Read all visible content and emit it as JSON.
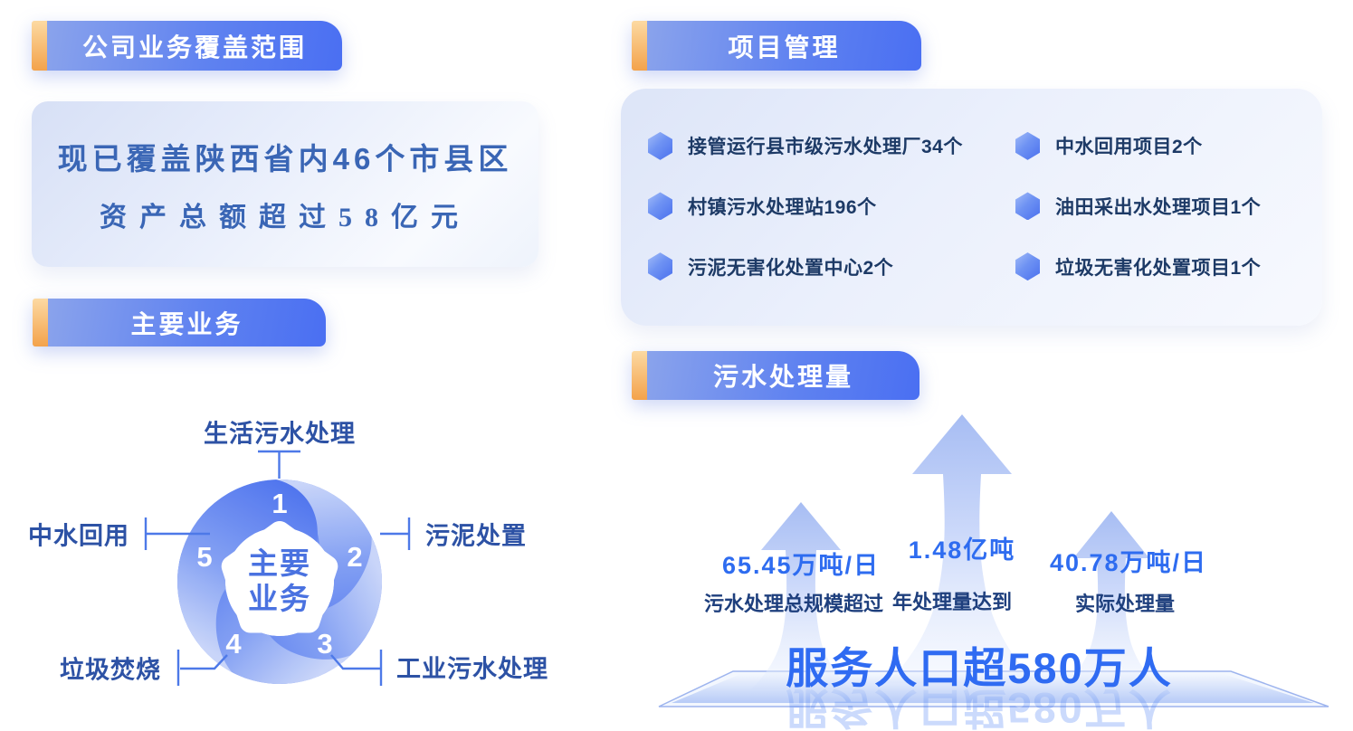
{
  "colors": {
    "badge_gradient_start": "#8aa3ec",
    "badge_gradient_end": "#4a6ff2",
    "accent_orange_start": "#fcd9a2",
    "accent_orange_end": "#f3a24b",
    "panel_text_blue": "#3a66b5",
    "item_text_navy": "#1d3a66",
    "diagram_label_blue": "#2d52a5",
    "connector_blue": "#4d79e8",
    "swirl_blue": "#4f74ec",
    "stat_value_blue": "#2e6cf0",
    "stat_label_navy": "#1e3f7d",
    "footer_blue": "#2f6bf2"
  },
  "sections": {
    "coverage": {
      "title": "公司业务覆盖范围",
      "line1": "现已覆盖陕西省内46个市县区",
      "line2": "资产总额超过58亿元"
    },
    "main_business": {
      "title": "主要业务",
      "center_line1": "主要",
      "center_line2": "业务",
      "items": [
        {
          "num": "1",
          "label": "生活污水处理"
        },
        {
          "num": "2",
          "label": "污泥处置"
        },
        {
          "num": "3",
          "label": "工业污水处理"
        },
        {
          "num": "4",
          "label": "垃圾焚烧"
        },
        {
          "num": "5",
          "label": "中水回用"
        }
      ]
    },
    "projects": {
      "title": "项目管理",
      "items": [
        "接管运行县市级污水处理厂34个",
        "中水回用项目2个",
        "村镇污水处理站196个",
        "油田采出水处理项目1个",
        "污泥无害化处置中心2个",
        "垃圾无害化处置项目1个"
      ]
    },
    "treatment": {
      "title": "污水处理量",
      "stats": [
        {
          "value": "65.45万吨/日",
          "label": "污水处理总规模超过"
        },
        {
          "value": "1.48亿吨",
          "label": "年处理量达到"
        },
        {
          "value": "40.78万吨/日",
          "label": "实际处理量"
        }
      ],
      "footer": "服务人口超580万人"
    }
  }
}
